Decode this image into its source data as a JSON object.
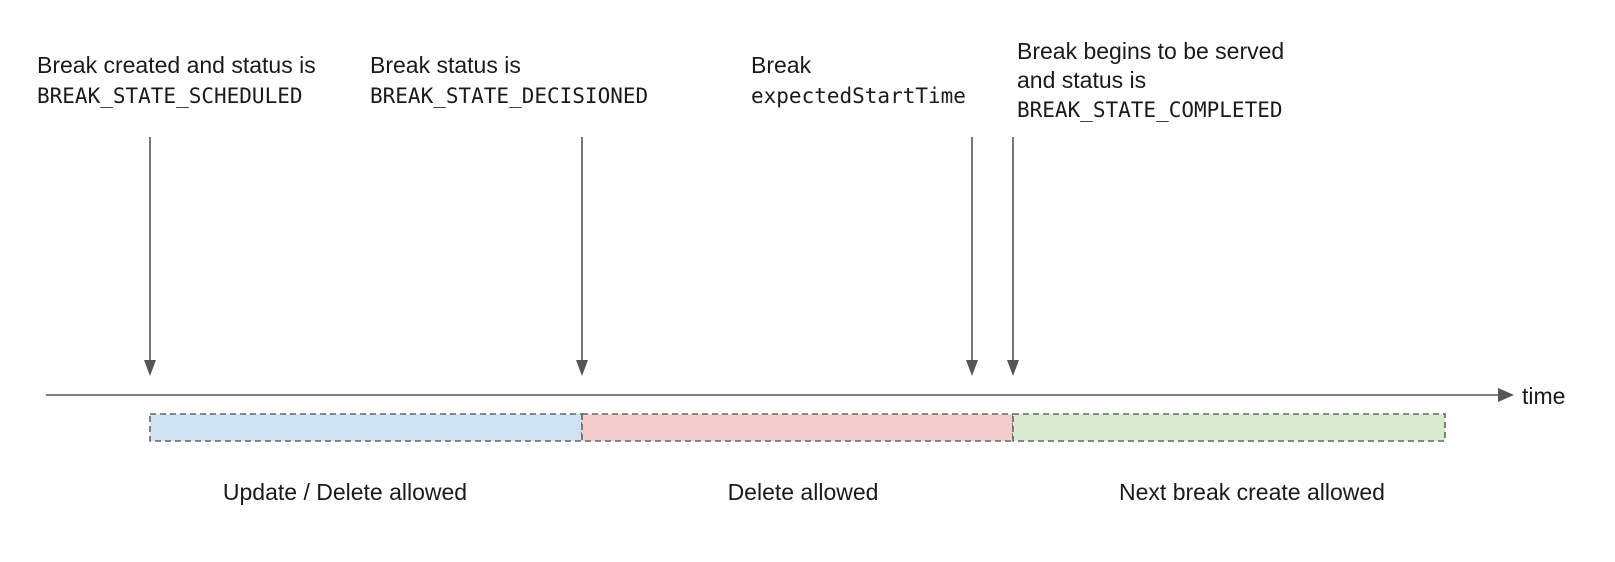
{
  "events": [
    {
      "id": "scheduled",
      "line1": "Break created and status is",
      "line2": "",
      "code": "BREAK_STATE_SCHEDULED"
    },
    {
      "id": "decisioned",
      "line1": "Break status is",
      "line2": "",
      "code": "BREAK_STATE_DECISIONED"
    },
    {
      "id": "expected-start",
      "line1": "Break",
      "line2": "",
      "code": "expectedStartTime"
    },
    {
      "id": "completed",
      "line1": "Break begins to be served",
      "line2": "and status is",
      "code": "BREAK_STATE_COMPLETED"
    }
  ],
  "axis": {
    "label": "time"
  },
  "phases": [
    {
      "id": "update-delete",
      "label": "Update / Delete allowed",
      "color": "#cfe2f3"
    },
    {
      "id": "delete",
      "label": "Delete allowed",
      "color": "#f4cccc"
    },
    {
      "id": "next-create",
      "label": "Next break create allowed",
      "color": "#d9ead3"
    }
  ]
}
